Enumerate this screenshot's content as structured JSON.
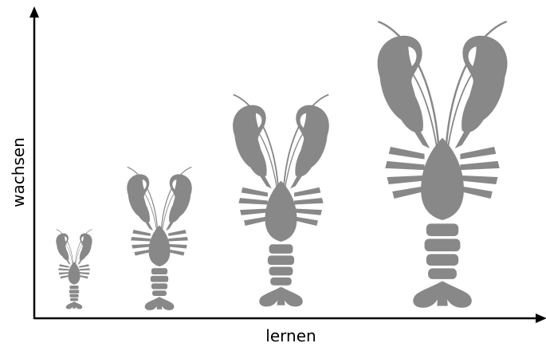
{
  "xlabel": "lernen",
  "ylabel": "wachsen",
  "colors": {
    "lobster": "#888888",
    "axis": "#000000",
    "background": "#ffffff"
  },
  "figures": [
    {
      "name": "lobster-small",
      "icon": "lobster-icon"
    },
    {
      "name": "lobster-medium",
      "icon": "lobster-icon"
    },
    {
      "name": "lobster-large",
      "icon": "lobster-icon"
    },
    {
      "name": "lobster-xlarge",
      "icon": "lobster-icon"
    }
  ]
}
